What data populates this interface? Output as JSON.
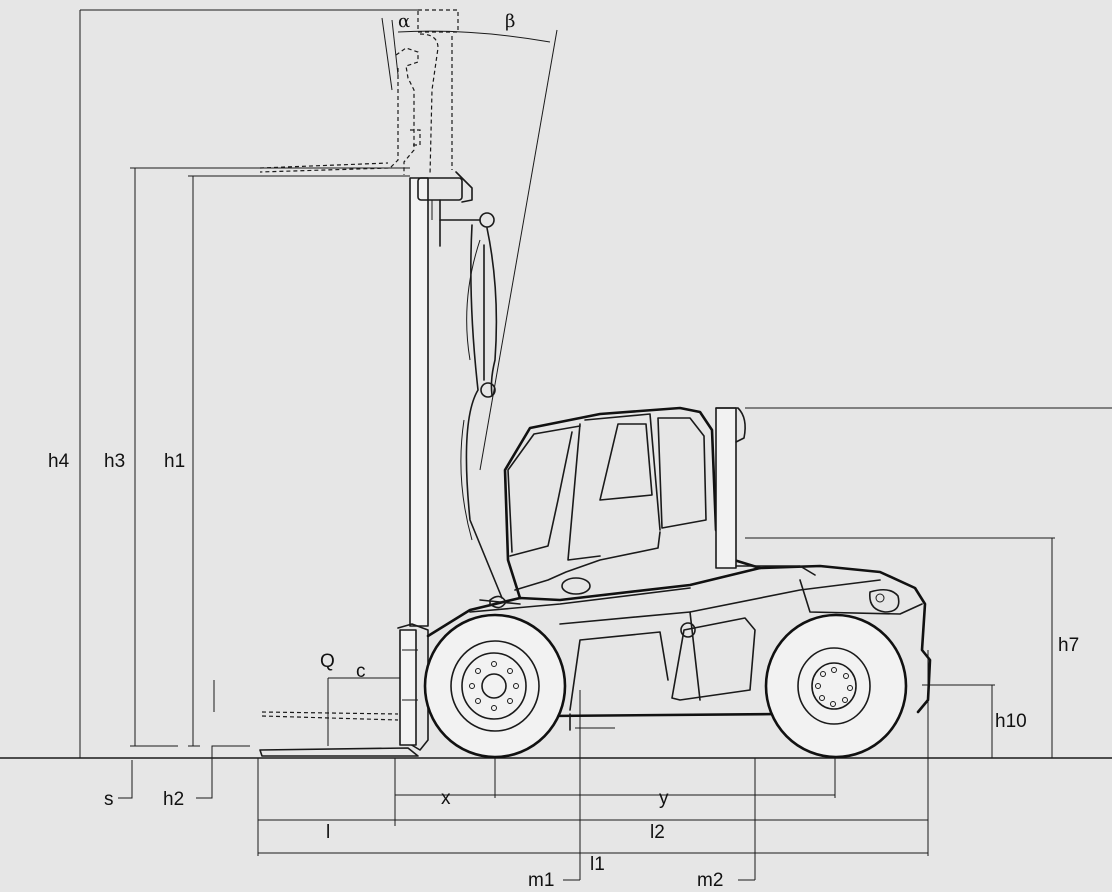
{
  "colors": {
    "background": "#e6e6e6",
    "line": "#1a1a1a"
  },
  "labels": {
    "alpha": "α",
    "beta": "β",
    "h4": "h4",
    "h3": "h3",
    "h1": "h1",
    "h7": "h7",
    "h10": "h10",
    "h2": "h2",
    "s": "s",
    "Q": "Q",
    "c": "c",
    "x": "x",
    "y": "y",
    "l": "l",
    "l2": "l2",
    "l1": "l1",
    "m1": "m1",
    "m2": "m2"
  }
}
